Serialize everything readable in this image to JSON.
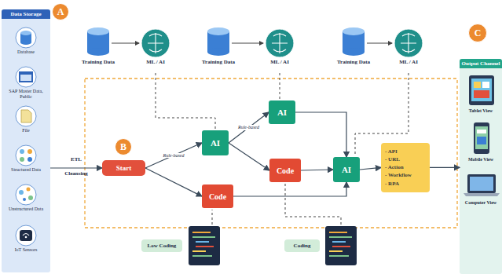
{
  "diagram": {
    "nodes": [
      {
        "text": [
          "Data Storage"
        ]
      },
      {
        "text": [
          "A"
        ]
      },
      {
        "text": [
          "Start"
        ]
      },
      {
        "text": [
          "B"
        ]
      },
      {
        "text": [
          "AI"
        ]
      },
      {
        "text": [
          "AI"
        ]
      },
      {
        "text": [
          "Code"
        ]
      },
      {
        "text": [
          "Code"
        ]
      },
      {
        "text": [
          "AI"
        ]
      },
      {
        "text": [
          "- API",
          "- URL",
          "- Action",
          "- Workflow",
          "- RPA"
        ]
      },
      {
        "text": [
          "Output Channel"
        ]
      },
      {
        "text": [
          "C"
        ]
      },
      {
        "text": [
          "Low Coding"
        ]
      },
      {
        "text": [
          "Coding"
        ]
      }
    ],
    "edges": [
      {
        "from": 0,
        "to": 2,
        "arrow": "to"
      },
      {
        "from": 2,
        "to": 4,
        "label": "Rule-based",
        "arrow": "to"
      },
      {
        "from": 2,
        "to": 7,
        "arrow": "to"
      },
      {
        "from": 4,
        "to": 5,
        "label": "Rule-based",
        "arrow": "to"
      },
      {
        "from": 4,
        "to": 6,
        "arrow": "to"
      },
      {
        "from": 5,
        "to": 8,
        "arrow": "to"
      },
      {
        "from": 6,
        "to": 8,
        "arrow": "to"
      },
      {
        "from": 7,
        "to": 8,
        "arrow": "to"
      },
      {
        "from": 8,
        "to": 9,
        "arrow": "to"
      },
      {
        "from": 9,
        "to": 10,
        "arrow": "to"
      }
    ],
    "labels": [
      "Training Data",
      "ML / AI",
      "Training Data",
      "ML / AI",
      "Training Data",
      "ML / AI",
      "Database",
      "SAP Master Data, Public",
      "File",
      "Structured Data",
      "Unstructured Data",
      "IoT Sensors",
      "ETL",
      "Cleansing",
      "Tablet View",
      "Mobile View",
      "Computer View"
    ]
  }
}
